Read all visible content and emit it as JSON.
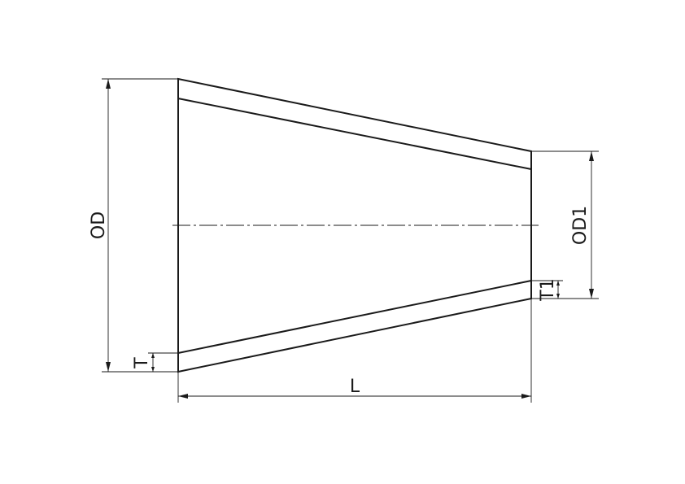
{
  "drawing": {
    "labels": {
      "od": "OD",
      "od1": "OD1",
      "length": "L",
      "wall_thickness": "T",
      "wall_thickness_small_end": "T1"
    }
  }
}
